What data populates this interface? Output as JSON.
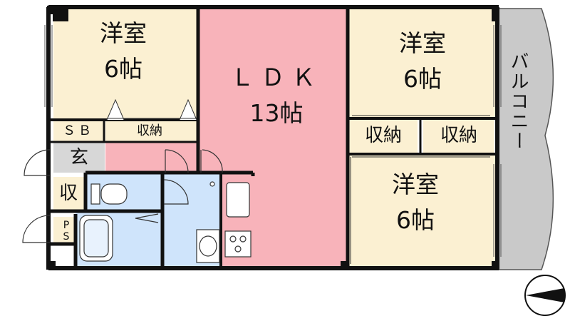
{
  "rooms": {
    "western_top_left": {
      "name": "洋室",
      "size": "6帖"
    },
    "ldk": {
      "name": "ＬＤＫ",
      "size": "13帖"
    },
    "western_top_right": {
      "name": "洋室",
      "size": "6帖"
    },
    "western_bottom_right": {
      "name": "洋室",
      "size": "6帖"
    }
  },
  "storage": {
    "sb": "ＳＢ",
    "shuno_left": "収納",
    "shuno_mid": "収納",
    "shuno_right": "収納",
    "entrance": "玄",
    "shu_small": "収",
    "ps": "PS"
  },
  "balcony": "バルコニー",
  "colors": {
    "western": "#fbf0d2",
    "ldk": "#f8b3ba",
    "wet_area": "#cfe4fb",
    "entrance": "#d7d7d7",
    "balcony": "#c9c9c9",
    "wall": "#111111"
  }
}
